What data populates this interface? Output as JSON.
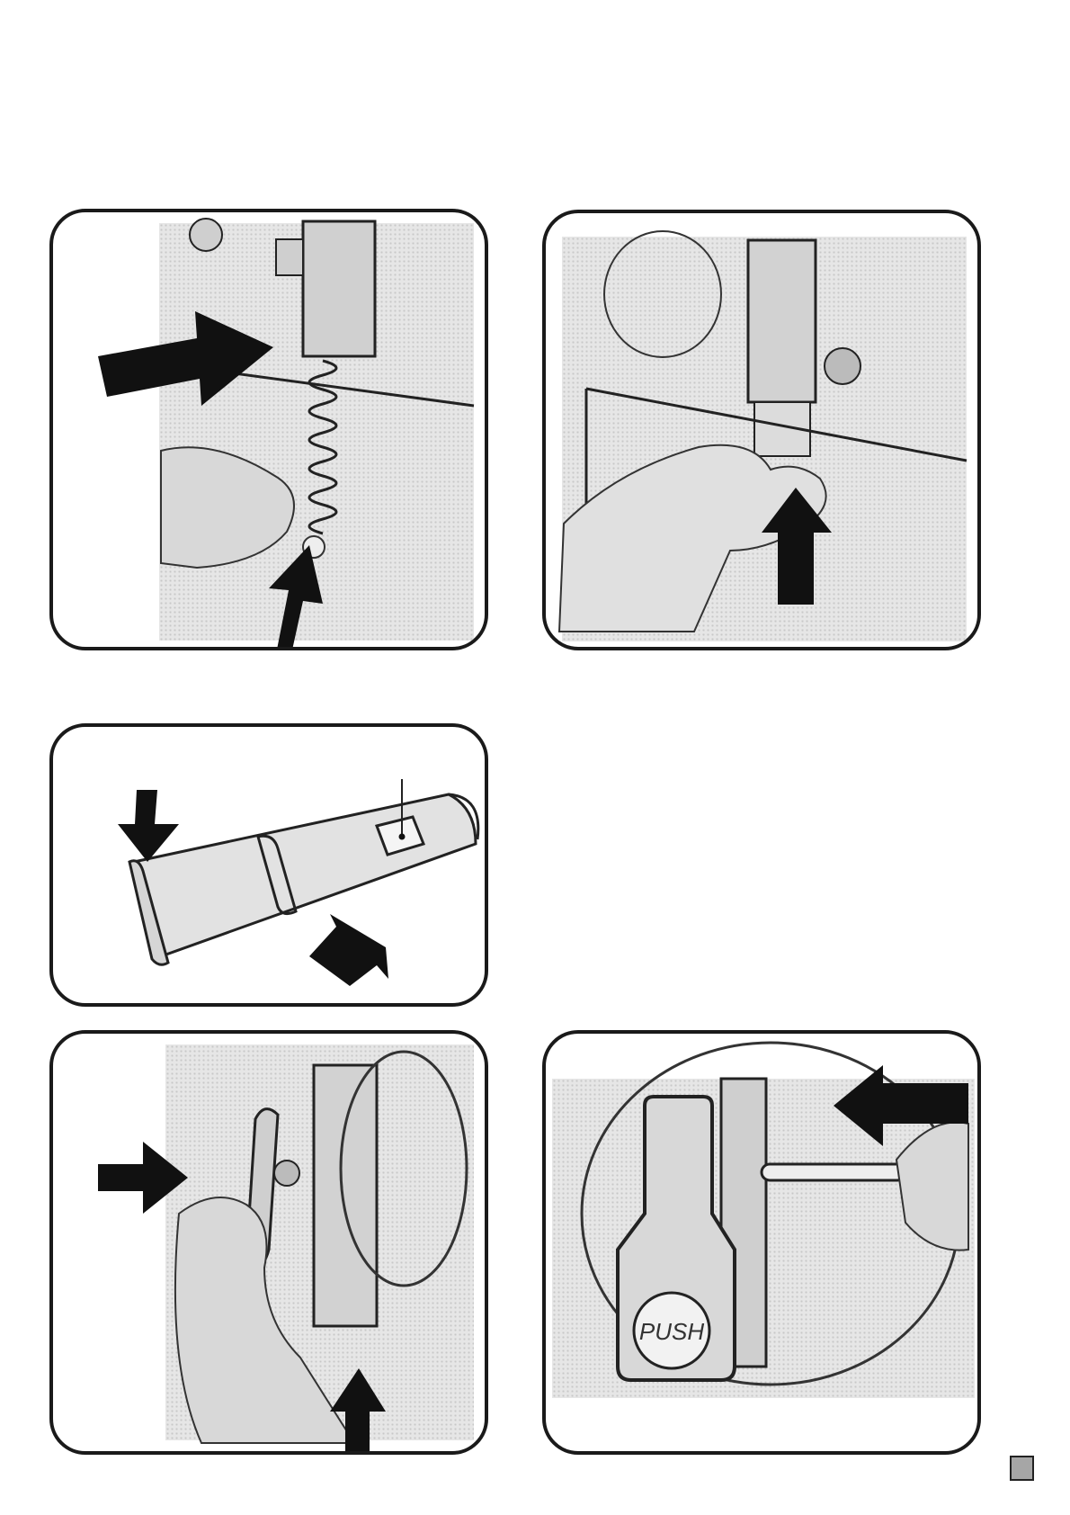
{
  "page": {
    "panels": [
      {
        "id": "remove-spring",
        "description_icon": "spring-removal-illustration"
      },
      {
        "id": "push-tube-up",
        "description_icon": "tube-insert-illustration"
      },
      {
        "id": "tube-part",
        "description_icon": "tube-part-illustration"
      },
      {
        "id": "lever-mount",
        "description_icon": "lever-mount-illustration"
      },
      {
        "id": "pin-insert",
        "description_icon": "pin-insert-illustration"
      }
    ],
    "tap_label": "PUSH",
    "colors": {
      "ink": "#1a1a1a",
      "photo": "#e6e6e6",
      "marker": "#a6a6a6"
    }
  }
}
